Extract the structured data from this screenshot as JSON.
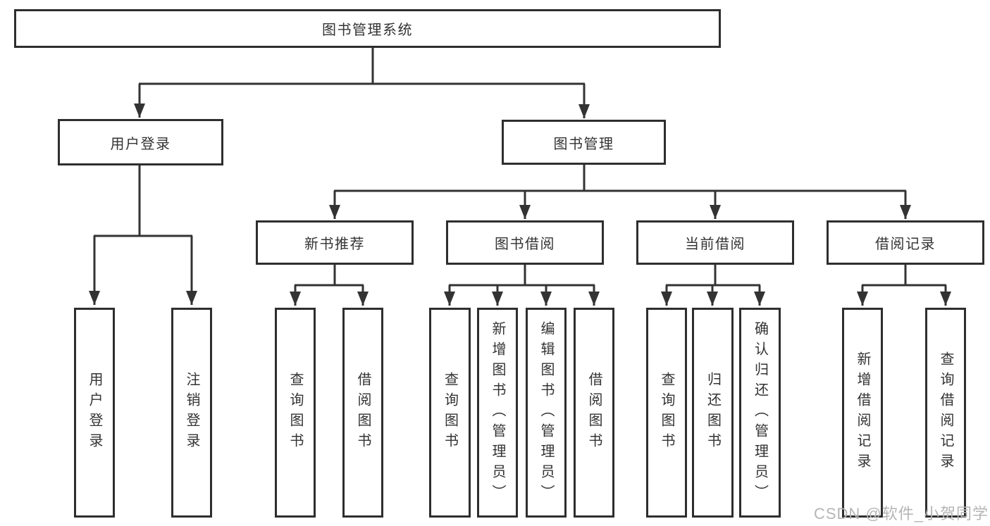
{
  "diagram": {
    "title": "图书管理系统",
    "root": {
      "label": "图书管理系统"
    },
    "branches": [
      {
        "label": "用户登录",
        "children": [
          {
            "label": "用户登录"
          },
          {
            "label": "注销登录"
          }
        ]
      },
      {
        "label": "图书管理",
        "children": [
          {
            "label": "新书推荐",
            "children": [
              {
                "label": "查询图书"
              },
              {
                "label": "借阅图书"
              }
            ]
          },
          {
            "label": "图书借阅",
            "children": [
              {
                "label": "查询图书"
              },
              {
                "label": "新增图书（管理员）"
              },
              {
                "label": "编辑图书（管理员）"
              },
              {
                "label": "借阅图书"
              }
            ]
          },
          {
            "label": "当前借阅",
            "children": [
              {
                "label": "查询图书"
              },
              {
                "label": "归还图书"
              },
              {
                "label": "确认归还（管理员）"
              }
            ]
          },
          {
            "label": "借阅记录",
            "children": [
              {
                "label": "新增借阅记录"
              },
              {
                "label": "查询借阅记录"
              }
            ]
          }
        ]
      }
    ]
  },
  "colors": {
    "line": "#333333",
    "box_border": "#2e2e2e",
    "text": "#333333",
    "watermark": "#b5b5b5",
    "background": "#ffffff"
  },
  "watermark": {
    "text": "CSDN @软件_小贺同学"
  }
}
